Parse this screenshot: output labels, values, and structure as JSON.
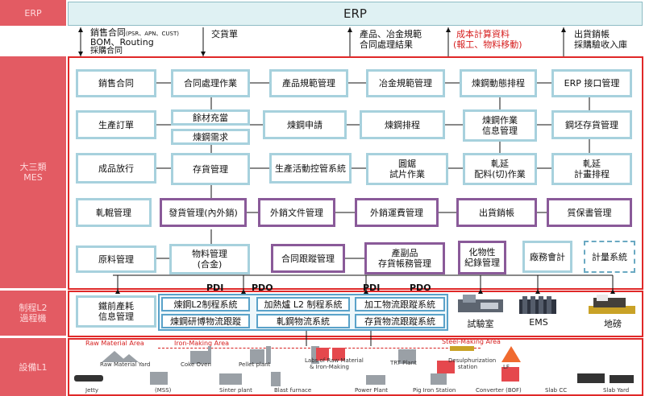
{
  "layers": {
    "erp": "ERP",
    "mes_line1": "大三類",
    "mes_line2": "MES",
    "l2_line1": "制程L2",
    "l2_line2": "過程機",
    "l1": "設備L1"
  },
  "erp_title": "ERP",
  "annotations": {
    "a1_line1": "銷售合同",
    "a1_line1_small": "(PSR、APN、CUST)",
    "a1_line2": "BOM、Routing",
    "a1_line3": "採購合同",
    "a2": "交貨單",
    "a3_line1": "產品、冶金規範",
    "a3_line2": "合同處理結果",
    "a4_line1": "成本計算資料",
    "a4_line2": "(報工、物料移動)",
    "a5_line1": "出貨銷帳",
    "a5_line2": "採購驗收入庫"
  },
  "mes": {
    "row1": [
      "銷售合同",
      "合同處理作業",
      "產品規範管理",
      "冶金規範管理",
      "煉鋼動態排程",
      "ERP 接口管理"
    ],
    "row2": {
      "prod_order": "生產訂單",
      "material_supply": "餘材充當",
      "steel_demand": "煉鋼需求",
      "steel_apply": "煉鋼申請",
      "steel_schedule": "煉鋼排程",
      "steel_ops_1": "煉鋼作業",
      "steel_ops_2": "信息管理",
      "billet_inventory": "鋼坯存貨管理"
    },
    "row3": {
      "finished_release": "成品放行",
      "inventory": "存貨管理",
      "activity_control": "生產活動控管系統",
      "circle_1": "圓鋸",
      "circle_2": "試片作業",
      "rolling_1": "軋延",
      "rolling_2": "配料(切)作業",
      "rolling_plan_1": "軋延",
      "rolling_plan_2": "計畫排程"
    },
    "row4": {
      "roll_mgmt": "軋輥管理",
      "outsourcing": "發貨管理(內外銷)",
      "export_docs": "外銷文件管理",
      "export_freight": "外銷運費管理",
      "shipping": "出貨銷帳",
      "warranty": "質保書管理"
    },
    "row5": {
      "raw_material": "原料管理",
      "material_1": "物料管理",
      "material_2": "(合金)",
      "contract_track": "合同跟蹤管理",
      "byproduct_1": "產副品",
      "byproduct_2": "存貨帳務管理",
      "chem_1": "化物性",
      "chem_2": "紀錄管理",
      "factory_acct": "廠務會計",
      "metering": "計量系統"
    }
  },
  "l2": {
    "ironmaking_1": "鐵前產耗",
    "ironmaking_2": "信息管理",
    "pdi": "PDI",
    "pdo": "PDO",
    "systems": [
      [
        "煉鋼L2制程系統",
        "加熱爐 L2 制程系統",
        "加工物流跟蹤系統"
      ],
      [
        "煉鋼研博物流跟蹤",
        "軋鋼物流系統",
        "存貨物流跟蹤系統"
      ]
    ],
    "lab": "試驗室",
    "ems": "EMS",
    "scale": "地磅"
  },
  "l1": {
    "area_raw": "Raw Material Area",
    "area_iron": "Iron-Making Area",
    "area_steel": "Steel-Making Area",
    "raw_yard": "Raw Material Yard",
    "coke_oven": "Coke Oven",
    "pellet_plant": "Pellet plant",
    "labs_1": "Labs of Raw Material",
    "labs_2": "& Iron-Making",
    "trt_plant": "TRT Plant",
    "desulph_1": "Desulphurization",
    "desulph_2": "station",
    "lf": "LF",
    "jetty": "Jetty",
    "mss": "(MSS)",
    "sinter_plant": "Sinter plant",
    "blast_furnace": "Blast furnace",
    "power_plant": "Power Plant",
    "pig_iron": "Pig Iron Station",
    "converter": "Converter (BOF)",
    "slab_cc": "Slab CC",
    "slab_yard": "Slab Yard"
  }
}
